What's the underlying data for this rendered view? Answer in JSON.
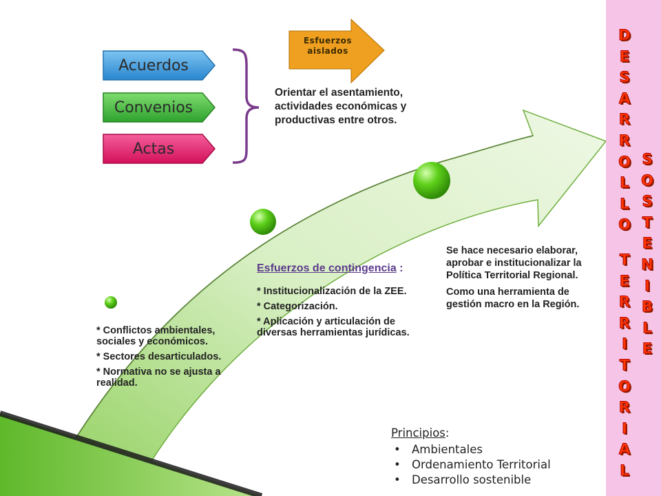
{
  "tags": {
    "acuerdos": "Acuerdos",
    "convenios": "Convenios",
    "actas": "Actas"
  },
  "esfuerzos_aislados": "Esfuerzos aislados",
  "orientar": "Orientar el asentamiento, actividades económicas y productivas entre otros.",
  "stage1": {
    "items": [
      "* Conflictos ambientales, sociales y económicos.",
      "* Sectores desarticulados.",
      "* Normativa no se ajusta a realidad."
    ]
  },
  "stage2": {
    "title": "Esfuerzos de contingencia",
    "title_suffix": " :",
    "items": [
      "* Institucionalización de la ZEE.",
      "* Categorización.",
      "* Aplicación y articulación de  diversas herramientas jurídicas."
    ]
  },
  "stage3": {
    "paragraphs": [
      "Se hace necesario elaborar, aprobar e institucionalizar la Política Territorial Regional.",
      "Como una herramienta de gestión macro en la Región."
    ]
  },
  "principios": {
    "title": "Principios",
    "colon": ":",
    "items": [
      "Ambientales",
      "Ordenamiento Territorial",
      "Desarrollo sostenible"
    ]
  },
  "side": {
    "word1": "DESARROLLO",
    "word2": "TERRITORIAL",
    "word3": "SOSTENIBLE"
  },
  "colors": {
    "acuerdos": "#3a9be0",
    "convenios": "#3bbf3b",
    "actas": "#e8186a",
    "esfuerzos": "#f0a020",
    "arrow": "#c8e6a8",
    "pink_bar": "#f6c4e6",
    "side_text": "#ff3a00"
  }
}
